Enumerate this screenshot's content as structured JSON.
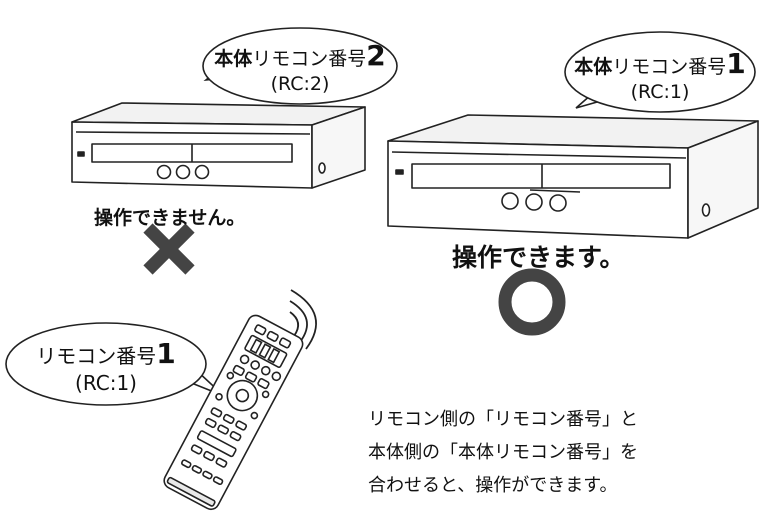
{
  "bubble_device_left": {
    "bold_prefix": "本体",
    "text": "リモコン番号",
    "number": "2",
    "code": "(RC:2)"
  },
  "bubble_device_right": {
    "bold_prefix": "本体",
    "text": "リモコン番号",
    "number": "1",
    "code": "(RC:1)"
  },
  "bubble_remote": {
    "text": "リモコン番号",
    "number": "1",
    "code": "(RC:1)"
  },
  "label_fail": "操作できません。",
  "label_ok": "操作できます。",
  "note_lines": [
    "リモコン側の「リモコン番号」と",
    "本体側の「本体リモコン番号」を",
    "合わせると、操作ができます。"
  ],
  "colors": {
    "mark": "#444444",
    "outline": "#222222",
    "device_top": "#f2f2f2"
  }
}
